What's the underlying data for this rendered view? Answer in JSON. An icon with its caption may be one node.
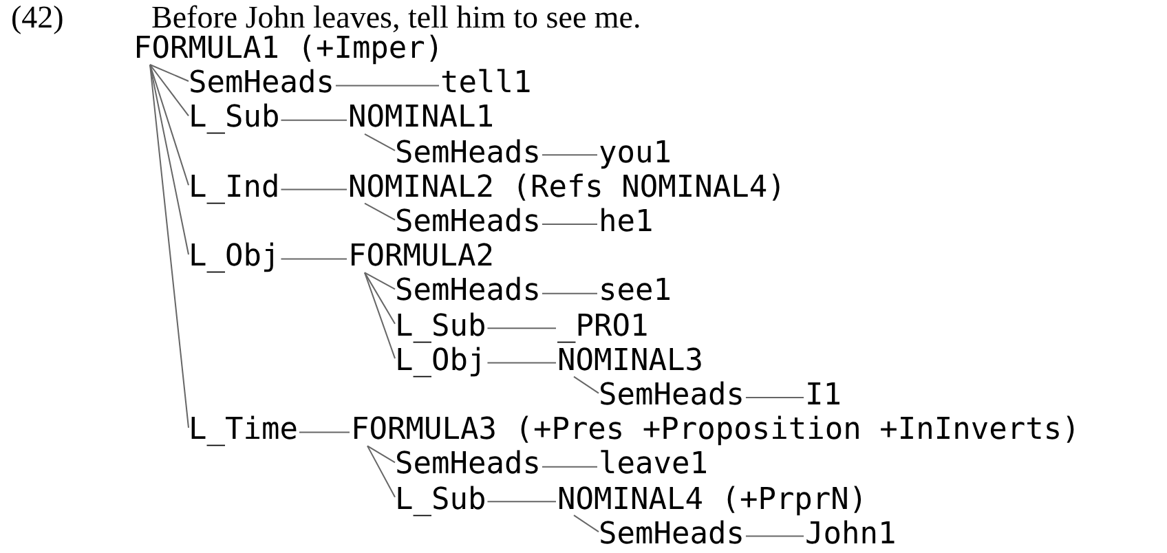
{
  "diagram": {
    "title": "Before John leaves, tell him to see me.",
    "nodes": [
      {
        "text": [
          "FORMULA1 (+Imper)"
        ]
      },
      {
        "text": [
          "SemHeads"
        ]
      },
      {
        "text": [
          "tell1"
        ]
      },
      {
        "text": [
          "L_Sub"
        ]
      },
      {
        "text": [
          "NOMINAL1"
        ]
      },
      {
        "text": [
          "SemHeads"
        ]
      },
      {
        "text": [
          "you1"
        ]
      },
      {
        "text": [
          "L_Ind"
        ]
      },
      {
        "text": [
          "NOMINAL2 (Refs NOMINAL4)"
        ]
      },
      {
        "text": [
          "SemHeads"
        ]
      },
      {
        "text": [
          "he1"
        ]
      },
      {
        "text": [
          "L_Obj"
        ]
      },
      {
        "text": [
          "FORMULA2"
        ]
      },
      {
        "text": [
          "SemHeads"
        ]
      },
      {
        "text": [
          "see1"
        ]
      },
      {
        "text": [
          "L_Sub"
        ]
      },
      {
        "text": [
          "_PRO1"
        ]
      },
      {
        "text": [
          "L_Obj"
        ]
      },
      {
        "text": [
          "NOMINAL3"
        ]
      },
      {
        "text": [
          "SemHeads"
        ]
      },
      {
        "text": [
          "I1"
        ]
      },
      {
        "text": [
          "L_Time"
        ]
      },
      {
        "text": [
          "FORMULA3 (+Pres +Proposition +InInverts)"
        ]
      },
      {
        "text": [
          "SemHeads"
        ]
      },
      {
        "text": [
          "leave1"
        ]
      },
      {
        "text": [
          "L_Sub"
        ]
      },
      {
        "text": [
          "NOMINAL4 (+PrprN)"
        ]
      },
      {
        "text": [
          "SemHeads"
        ]
      },
      {
        "text": [
          "John1"
        ]
      }
    ],
    "edges": [
      {
        "from": 0,
        "to": 1,
        "arrow": "none"
      },
      {
        "from": 1,
        "to": 2,
        "arrow": "none"
      },
      {
        "from": 0,
        "to": 3,
        "arrow": "none"
      },
      {
        "from": 3,
        "to": 4,
        "arrow": "none"
      },
      {
        "from": 4,
        "to": 5,
        "arrow": "none"
      },
      {
        "from": 5,
        "to": 6,
        "arrow": "none"
      },
      {
        "from": 0,
        "to": 7,
        "arrow": "none"
      },
      {
        "from": 7,
        "to": 8,
        "arrow": "none"
      },
      {
        "from": 8,
        "to": 9,
        "arrow": "none"
      },
      {
        "from": 9,
        "to": 10,
        "arrow": "none"
      },
      {
        "from": 0,
        "to": 11,
        "arrow": "none"
      },
      {
        "from": 11,
        "to": 12,
        "arrow": "none"
      },
      {
        "from": 12,
        "to": 13,
        "arrow": "none"
      },
      {
        "from": 13,
        "to": 14,
        "arrow": "none"
      },
      {
        "from": 12,
        "to": 15,
        "arrow": "none"
      },
      {
        "from": 15,
        "to": 16,
        "arrow": "none"
      },
      {
        "from": 12,
        "to": 17,
        "arrow": "none"
      },
      {
        "from": 17,
        "to": 18,
        "arrow": "none"
      },
      {
        "from": 18,
        "to": 19,
        "arrow": "none"
      },
      {
        "from": 19,
        "to": 20,
        "arrow": "none"
      },
      {
        "from": 0,
        "to": 21,
        "arrow": "none"
      },
      {
        "from": 21,
        "to": 22,
        "arrow": "none"
      },
      {
        "from": 22,
        "to": 23,
        "arrow": "none"
      },
      {
        "from": 23,
        "to": 24,
        "arrow": "none"
      },
      {
        "from": 22,
        "to": 25,
        "arrow": "none"
      },
      {
        "from": 25,
        "to": 26,
        "arrow": "none"
      },
      {
        "from": 26,
        "to": 27,
        "arrow": "none"
      },
      {
        "from": 27,
        "to": 28,
        "arrow": "none"
      }
    ],
    "labels": [
      "(42)"
    ]
  }
}
